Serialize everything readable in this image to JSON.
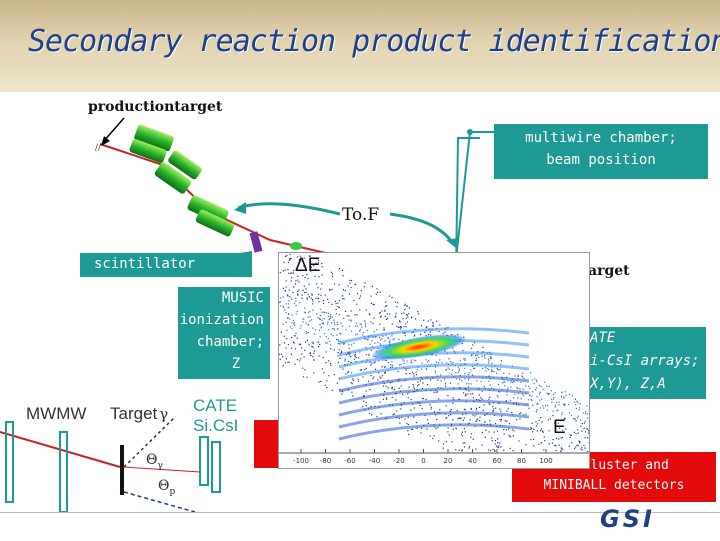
{
  "title": "Secondary reaction product identification",
  "labels": {
    "production_target": "productiontarget",
    "tof": "To.F",
    "target_partial": "arget",
    "mwmw": "MWMW",
    "target_gamma": "Target",
    "gamma_symbol": "γ",
    "cate": "CATE",
    "sicsi": "Si.CsI",
    "theta_gamma": "Θ",
    "theta_gamma_sub": "γ",
    "theta_p": "Θ",
    "theta_p_sub": "p"
  },
  "boxes": {
    "multiwire": [
      "multiwire chamber;",
      "beam position"
    ],
    "scintillator": "scintillator",
    "music": [
      "MUSIC",
      "ionization",
      "chamber;",
      "Z"
    ],
    "cate_right": [
      "ATE",
      "i-CsI arrays;",
      "X,Y), Z,A"
    ],
    "ge_cluster": [
      "Ge-Cluster and",
      "MINIBALL detectors"
    ]
  },
  "plot": {
    "ylabel": "ΔE",
    "xlabel": "E",
    "ticks": [
      "-100",
      "-80",
      "-60",
      "-40",
      "-20",
      "0",
      "20",
      "40",
      "60",
      "80",
      "100"
    ]
  },
  "logo": "GSI",
  "colors": {
    "teal": "#1e9a96",
    "title": "#1f3f8a",
    "red": "#e20a0a",
    "green": "#38c040"
  }
}
